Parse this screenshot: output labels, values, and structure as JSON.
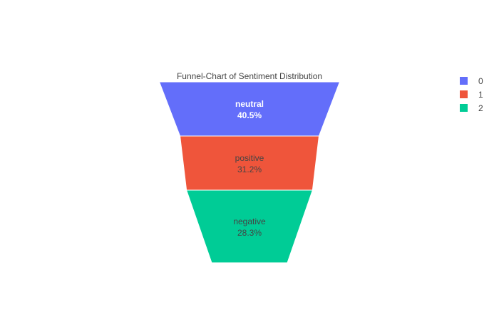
{
  "chart_data": {
    "type": "funnel",
    "title": "Funnel-Chart of Sentiment Distribution",
    "legend_position": "top-right",
    "stages": [
      {
        "name": "0",
        "label": "neutral",
        "percent_text": "40.5%",
        "value": 40.5,
        "color": "#636efa",
        "text_color": "#ffffff",
        "bold": true
      },
      {
        "name": "1",
        "label": "positive",
        "percent_text": "31.2%",
        "value": 31.2,
        "color": "#ef553b",
        "text_color": "#444444",
        "bold": false
      },
      {
        "name": "2",
        "label": "negative",
        "percent_text": "28.3%",
        "value": 28.3,
        "color": "#00cc96",
        "text_color": "#444444",
        "bold": false
      }
    ]
  }
}
